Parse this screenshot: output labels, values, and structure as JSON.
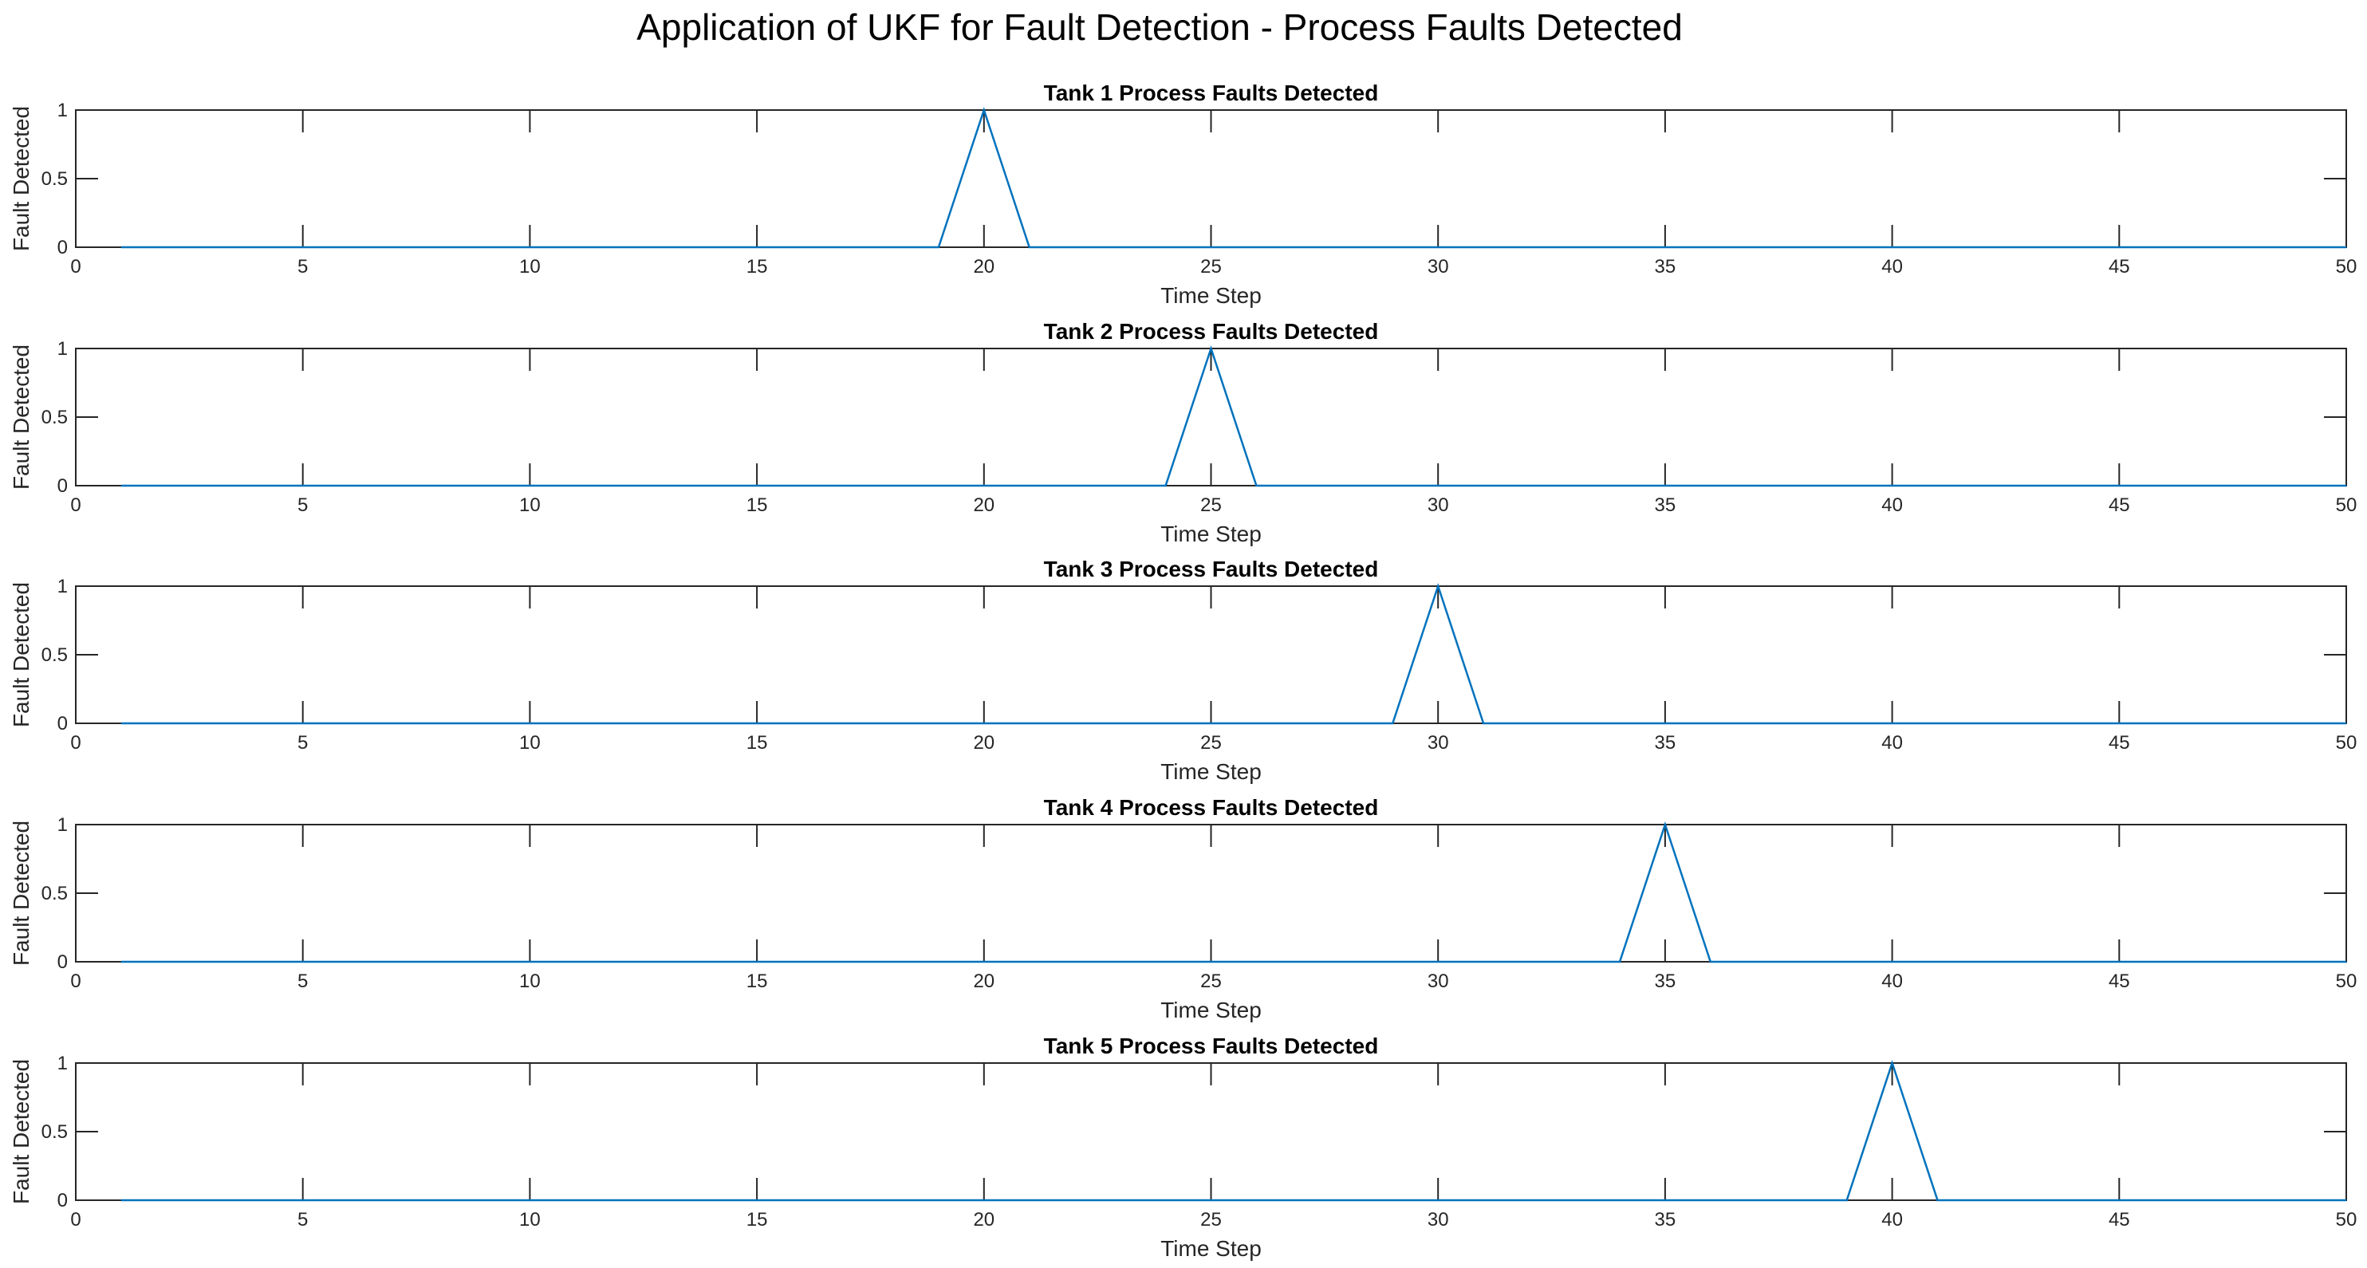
{
  "figure": {
    "title": "Application of UKF for Fault Detection - Process Faults Detected"
  },
  "style": {
    "line_color": "#0072BD",
    "axis_color": "#262626",
    "background": "#ffffff"
  },
  "chart_data": [
    {
      "type": "line",
      "title": "Tank 1 Process Faults Detected",
      "xlabel": "Time Step",
      "ylabel": "Fault Detected",
      "xlim": [
        0,
        50
      ],
      "ylim": [
        0,
        1
      ],
      "xticks": [
        "0",
        "5",
        "10",
        "15",
        "20",
        "25",
        "30",
        "35",
        "40",
        "45",
        "50"
      ],
      "yticks": [
        "0",
        "0.5",
        "1"
      ],
      "grid": false,
      "series": [
        {
          "x": [
            1,
            2,
            3,
            4,
            5,
            6,
            7,
            8,
            9,
            10,
            11,
            12,
            13,
            14,
            15,
            16,
            17,
            18,
            19,
            20,
            21,
            22,
            23,
            24,
            25,
            26,
            27,
            28,
            29,
            30,
            31,
            32,
            33,
            34,
            35,
            36,
            37,
            38,
            39,
            40,
            41,
            42,
            43,
            44,
            45,
            46,
            47,
            48,
            49,
            50
          ],
          "y": [
            0,
            0,
            0,
            0,
            0,
            0,
            0,
            0,
            0,
            0,
            0,
            0,
            0,
            0,
            0,
            0,
            0,
            0,
            0,
            1,
            0,
            0,
            0,
            0,
            0,
            0,
            0,
            0,
            0,
            0,
            0,
            0,
            0,
            0,
            0,
            0,
            0,
            0,
            0,
            0,
            0,
            0,
            0,
            0,
            0,
            0,
            0,
            0,
            0,
            0
          ]
        }
      ]
    },
    {
      "type": "line",
      "title": "Tank 2 Process Faults Detected",
      "xlabel": "Time Step",
      "ylabel": "Fault Detected",
      "xlim": [
        0,
        50
      ],
      "ylim": [
        0,
        1
      ],
      "xticks": [
        "0",
        "5",
        "10",
        "15",
        "20",
        "25",
        "30",
        "35",
        "40",
        "45",
        "50"
      ],
      "yticks": [
        "0",
        "0.5",
        "1"
      ],
      "grid": false,
      "series": [
        {
          "x": [
            1,
            2,
            3,
            4,
            5,
            6,
            7,
            8,
            9,
            10,
            11,
            12,
            13,
            14,
            15,
            16,
            17,
            18,
            19,
            20,
            21,
            22,
            23,
            24,
            25,
            26,
            27,
            28,
            29,
            30,
            31,
            32,
            33,
            34,
            35,
            36,
            37,
            38,
            39,
            40,
            41,
            42,
            43,
            44,
            45,
            46,
            47,
            48,
            49,
            50
          ],
          "y": [
            0,
            0,
            0,
            0,
            0,
            0,
            0,
            0,
            0,
            0,
            0,
            0,
            0,
            0,
            0,
            0,
            0,
            0,
            0,
            0,
            0,
            0,
            0,
            0,
            1,
            0,
            0,
            0,
            0,
            0,
            0,
            0,
            0,
            0,
            0,
            0,
            0,
            0,
            0,
            0,
            0,
            0,
            0,
            0,
            0,
            0,
            0,
            0,
            0,
            0
          ]
        }
      ]
    },
    {
      "type": "line",
      "title": "Tank 3 Process Faults Detected",
      "xlabel": "Time Step",
      "ylabel": "Fault Detected",
      "xlim": [
        0,
        50
      ],
      "ylim": [
        0,
        1
      ],
      "xticks": [
        "0",
        "5",
        "10",
        "15",
        "20",
        "25",
        "30",
        "35",
        "40",
        "45",
        "50"
      ],
      "yticks": [
        "0",
        "0.5",
        "1"
      ],
      "grid": false,
      "series": [
        {
          "x": [
            1,
            2,
            3,
            4,
            5,
            6,
            7,
            8,
            9,
            10,
            11,
            12,
            13,
            14,
            15,
            16,
            17,
            18,
            19,
            20,
            21,
            22,
            23,
            24,
            25,
            26,
            27,
            28,
            29,
            30,
            31,
            32,
            33,
            34,
            35,
            36,
            37,
            38,
            39,
            40,
            41,
            42,
            43,
            44,
            45,
            46,
            47,
            48,
            49,
            50
          ],
          "y": [
            0,
            0,
            0,
            0,
            0,
            0,
            0,
            0,
            0,
            0,
            0,
            0,
            0,
            0,
            0,
            0,
            0,
            0,
            0,
            0,
            0,
            0,
            0,
            0,
            0,
            0,
            0,
            0,
            0,
            1,
            0,
            0,
            0,
            0,
            0,
            0,
            0,
            0,
            0,
            0,
            0,
            0,
            0,
            0,
            0,
            0,
            0,
            0,
            0,
            0
          ]
        }
      ]
    },
    {
      "type": "line",
      "title": "Tank 4 Process Faults Detected",
      "xlabel": "Time Step",
      "ylabel": "Fault Detected",
      "xlim": [
        0,
        50
      ],
      "ylim": [
        0,
        1
      ],
      "xticks": [
        "0",
        "5",
        "10",
        "15",
        "20",
        "25",
        "30",
        "35",
        "40",
        "45",
        "50"
      ],
      "yticks": [
        "0",
        "0.5",
        "1"
      ],
      "grid": false,
      "series": [
        {
          "x": [
            1,
            2,
            3,
            4,
            5,
            6,
            7,
            8,
            9,
            10,
            11,
            12,
            13,
            14,
            15,
            16,
            17,
            18,
            19,
            20,
            21,
            22,
            23,
            24,
            25,
            26,
            27,
            28,
            29,
            30,
            31,
            32,
            33,
            34,
            35,
            36,
            37,
            38,
            39,
            40,
            41,
            42,
            43,
            44,
            45,
            46,
            47,
            48,
            49,
            50
          ],
          "y": [
            0,
            0,
            0,
            0,
            0,
            0,
            0,
            0,
            0,
            0,
            0,
            0,
            0,
            0,
            0,
            0,
            0,
            0,
            0,
            0,
            0,
            0,
            0,
            0,
            0,
            0,
            0,
            0,
            0,
            0,
            0,
            0,
            0,
            0,
            1,
            0,
            0,
            0,
            0,
            0,
            0,
            0,
            0,
            0,
            0,
            0,
            0,
            0,
            0,
            0
          ]
        }
      ]
    },
    {
      "type": "line",
      "title": "Tank 5 Process Faults Detected",
      "xlabel": "Time Step",
      "ylabel": "Fault Detected",
      "xlim": [
        0,
        50
      ],
      "ylim": [
        0,
        1
      ],
      "xticks": [
        "0",
        "5",
        "10",
        "15",
        "20",
        "25",
        "30",
        "35",
        "40",
        "45",
        "50"
      ],
      "yticks": [
        "0",
        "0.5",
        "1"
      ],
      "grid": false,
      "series": [
        {
          "x": [
            1,
            2,
            3,
            4,
            5,
            6,
            7,
            8,
            9,
            10,
            11,
            12,
            13,
            14,
            15,
            16,
            17,
            18,
            19,
            20,
            21,
            22,
            23,
            24,
            25,
            26,
            27,
            28,
            29,
            30,
            31,
            32,
            33,
            34,
            35,
            36,
            37,
            38,
            39,
            40,
            41,
            42,
            43,
            44,
            45,
            46,
            47,
            48,
            49,
            50
          ],
          "y": [
            0,
            0,
            0,
            0,
            0,
            0,
            0,
            0,
            0,
            0,
            0,
            0,
            0,
            0,
            0,
            0,
            0,
            0,
            0,
            0,
            0,
            0,
            0,
            0,
            0,
            0,
            0,
            0,
            0,
            0,
            0,
            0,
            0,
            0,
            0,
            0,
            0,
            0,
            0,
            1,
            0,
            0,
            0,
            0,
            0,
            0,
            0,
            0,
            0,
            0
          ]
        }
      ]
    }
  ]
}
